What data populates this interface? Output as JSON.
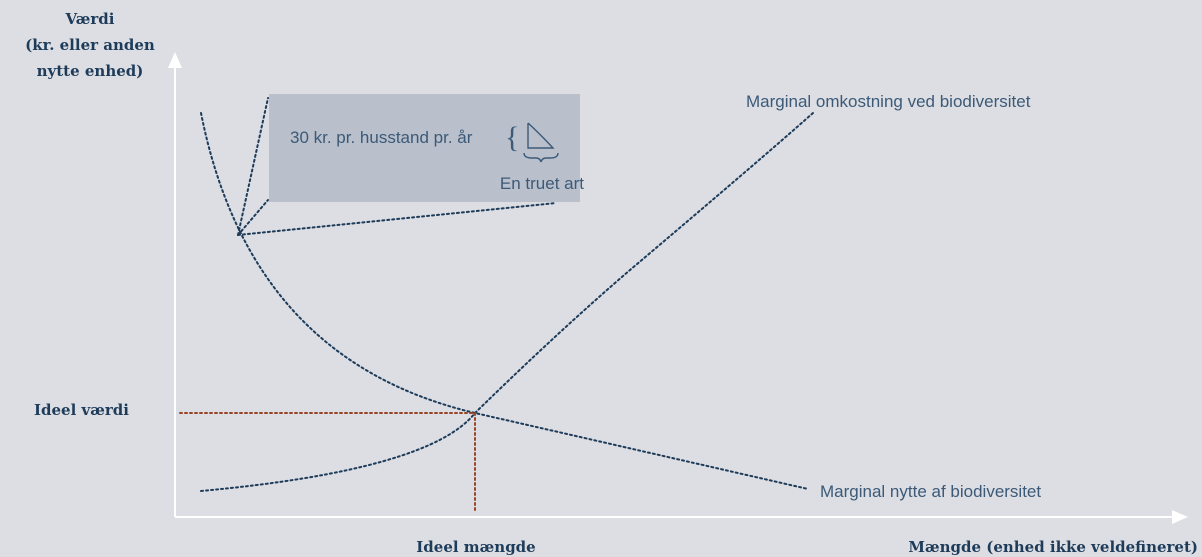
{
  "y_axis_label": [
    "Værdi",
    "(kr. eller anden",
    "nytte enhed)"
  ],
  "x_axis_label": "Mængde (enhed ikke veldefineret)",
  "ideal_value_label": "Ideel værdi",
  "ideal_quantity_label": "Ideel mængde",
  "cost_curve_label": "Marginal omkostning ved biodiversitet",
  "benefit_curve_label": "Marginal nytte af biodiversitet",
  "inset": {
    "price_text": "30 kr. pr. husstand pr. år",
    "species_text": "En truet art"
  },
  "colors": {
    "background": "#dcdee3",
    "curve": "#1e3c5a",
    "guide": "#9a4526",
    "inset_box": "#b9bfcb",
    "axis": "#ffffff"
  }
}
